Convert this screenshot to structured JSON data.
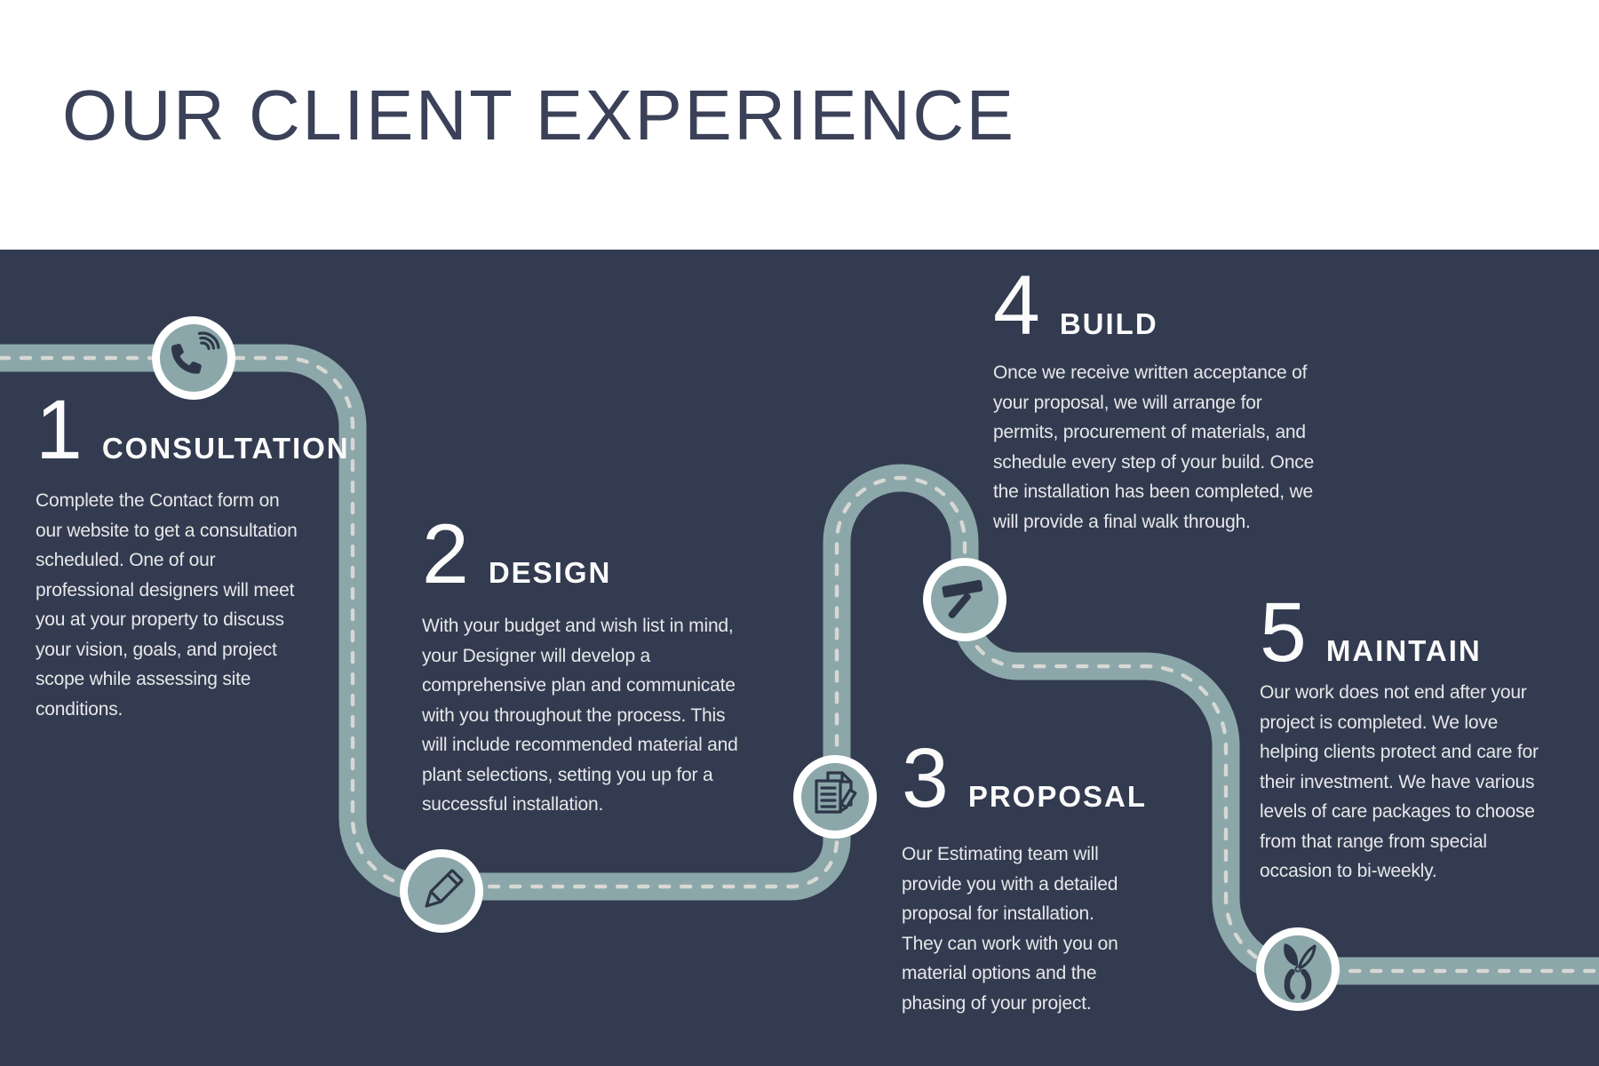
{
  "title": "OUR CLIENT EXPERIENCE",
  "theme": {
    "background": "#ffffff",
    "panel": "#333b50",
    "road": "#8ba7a9",
    "road_dash": "#d7d8d4",
    "title_text": "#3a4158",
    "step_text": "#fbfbfb",
    "body_text": "#e5e7e9",
    "badge_ring": "#ffffff",
    "icon": "#2e3749"
  },
  "steps": [
    {
      "number": "1",
      "label": "CONSULTATION",
      "icon": "phone-icon",
      "description": "Complete the Contact form on\nour website to get a consultation\nscheduled. One of our\nprofessional designers will meet\nyou at your property to discuss\nyour vision, goals, and project\nscope while assessing site\nconditions."
    },
    {
      "number": "2",
      "label": "DESIGN",
      "icon": "pencil-icon",
      "description": "With your budget and wish list in mind,\nyour Designer will develop a\ncomprehensive plan and communicate\nwith you throughout the process. This\nwill include recommended material and\nplant selections, setting you up for a\nsuccessful installation."
    },
    {
      "number": "3",
      "label": "PROPOSAL",
      "icon": "document-pencil-icon",
      "description": "Our Estimating team will\nprovide you with a detailed\nproposal for installation.\nThey can work with you on\nmaterial options and the\nphasing of your project."
    },
    {
      "number": "4",
      "label": "BUILD",
      "icon": "hammer-icon",
      "description": "Once we receive written acceptance of\nyour proposal, we will arrange for\npermits, procurement of materials, and\nschedule every step of your build. Once\nthe installation has been completed, we\nwill provide a final walk through."
    },
    {
      "number": "5",
      "label": "MAINTAIN",
      "icon": "pruning-shears-icon",
      "description": "Our work does not end after your\nproject is completed. We love\nhelping clients protect and care for\ntheir investment. We have various\nlevels of care packages to choose\nfrom that range from special\noccasion to bi-weekly."
    }
  ]
}
